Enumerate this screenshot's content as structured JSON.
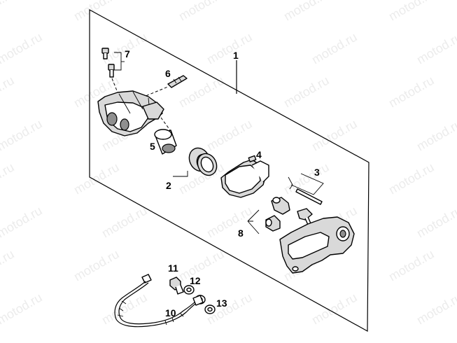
{
  "watermark": {
    "text": "motod.ru"
  },
  "callouts": {
    "c1": "1",
    "c2": "2",
    "c3": "3",
    "c4": "4",
    "c5": "5",
    "c6": "6",
    "c7": "7",
    "c8": "8",
    "c10": "10",
    "c11": "11",
    "c12": "12",
    "c13": "13"
  },
  "colors": {
    "line": "#000000",
    "part_fill": "#ffffff",
    "shade": "#d9d9d9",
    "dark": "#8f8f8f",
    "watermark": "#ececec"
  }
}
